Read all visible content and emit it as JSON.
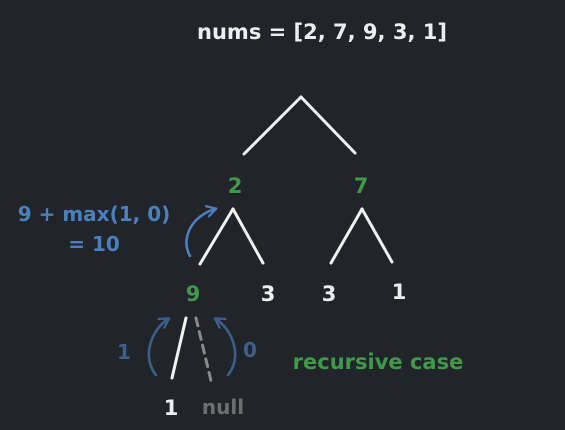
{
  "title": "nums = [2, 7, 9, 3, 1]",
  "nodes": {
    "n2": "2",
    "n7": "7",
    "n9": "9",
    "n3a": "3",
    "n3b": "3",
    "n1r": "1",
    "n1l": "1",
    "null_leaf": "null"
  },
  "annotations": {
    "formula_line1": "9 + max(1, 0)",
    "formula_line2": "= 10",
    "left_value": "1",
    "right_value": "0",
    "case_label": "recursive case"
  },
  "colors": {
    "background": "#212529",
    "text": "#eeeeee",
    "edge": "#f2f2f2",
    "green": "#3f9a48",
    "blue": "#4a7fc0",
    "dim_blue": "#3d5f8c",
    "gray": "#6f6f6f",
    "dashed": "#8a8a8a"
  }
}
